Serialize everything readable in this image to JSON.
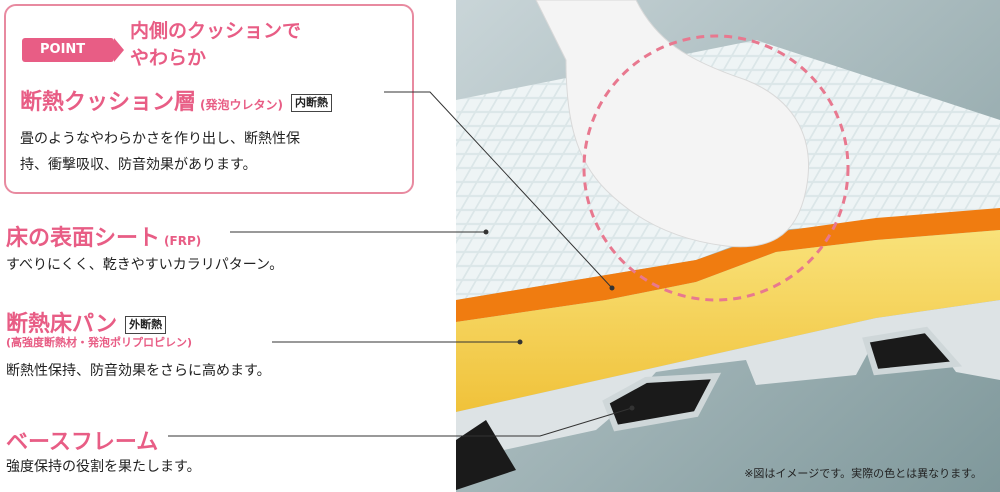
{
  "callout": {
    "badge": "POINT",
    "point_line1": "内側のクッションで",
    "point_line2": "やわらか",
    "heading": "断熱クッション層",
    "heading_sub": "(発泡ウレタン)",
    "tag": "内断熱",
    "desc_line1": "畳のようなやわらかさを作り出し、断熱性保",
    "desc_line2": "持、衝撃吸収、防音効果があります。"
  },
  "floor_sheet": {
    "heading": "床の表面シート",
    "heading_sub": "(FRP)",
    "desc": "すべりにくく、乾きやすいカラリパターン。"
  },
  "floor_pan": {
    "heading": "断熱床パン",
    "tag": "外断熱",
    "sub": "(高強度断熱材・発泡ポリプロピレン)",
    "desc": "断熱性保持、防音効果をさらに高めます。"
  },
  "base_frame": {
    "heading": "ベースフレーム",
    "desc": "強度保持の役割を果たします。"
  },
  "note": "※図はイメージです。実際の色とは異なります。",
  "colors": {
    "accent_pink": "#e85d85",
    "orange_layer": "#f07c10",
    "yellow_layer": "#f6d34a",
    "frame_gray": "#d8dee0"
  }
}
